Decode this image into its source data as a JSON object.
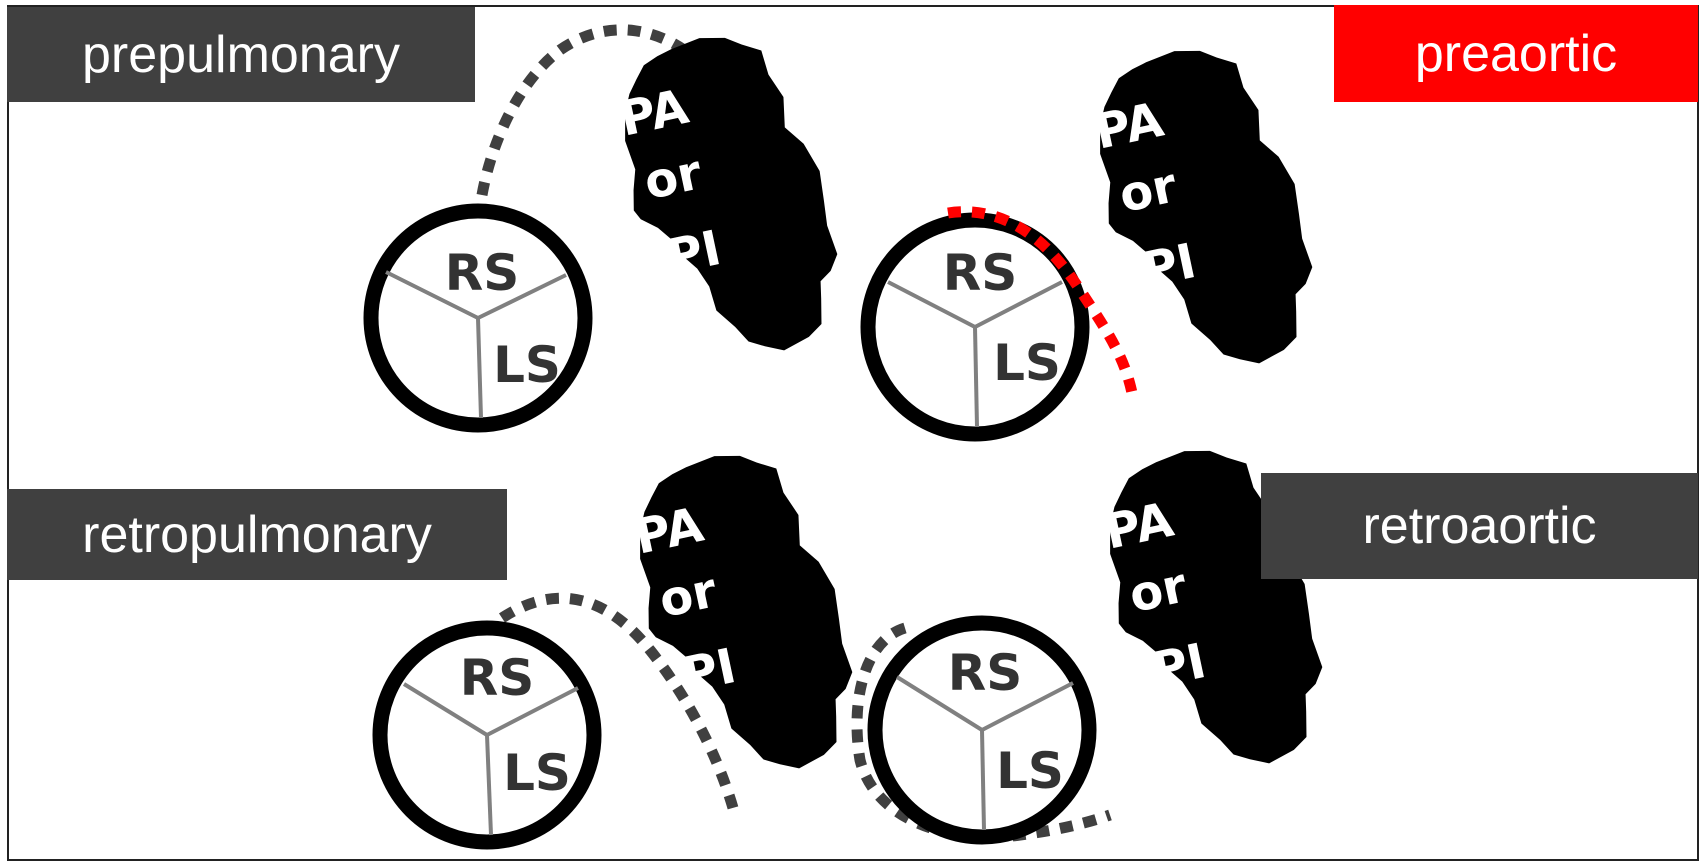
{
  "panels": [
    {
      "label": "prepulmonary",
      "tag_color": "#404040",
      "aorta_labels": [
        "RS",
        "LS"
      ],
      "pulmonary_label": [
        "PA",
        "or",
        "PI"
      ],
      "course_color": "#404040"
    },
    {
      "label": "preaortic",
      "tag_color": "#ff0000",
      "aorta_labels": [
        "RS",
        "LS"
      ],
      "pulmonary_label": [
        "PA",
        "or",
        "PI"
      ],
      "course_color": "#ff0000"
    },
    {
      "label": "retropulmonary",
      "tag_color": "#404040",
      "aorta_labels": [
        "RS",
        "LS"
      ],
      "pulmonary_label": [
        "PA",
        "or",
        "PI"
      ],
      "course_color": "#404040"
    },
    {
      "label": "retroaortic",
      "tag_color": "#404040",
      "aorta_labels": [
        "RS",
        "LS"
      ],
      "pulmonary_label": [
        "PA",
        "or",
        "PI"
      ],
      "course_color": "#404040"
    }
  ],
  "colors": {
    "aorta_outline": "#000000",
    "commissure_lines": "#808080",
    "pulmonary_fill": "#000000",
    "label_text_aorta": "#333333",
    "label_text_pulmonary": "#ffffff"
  }
}
